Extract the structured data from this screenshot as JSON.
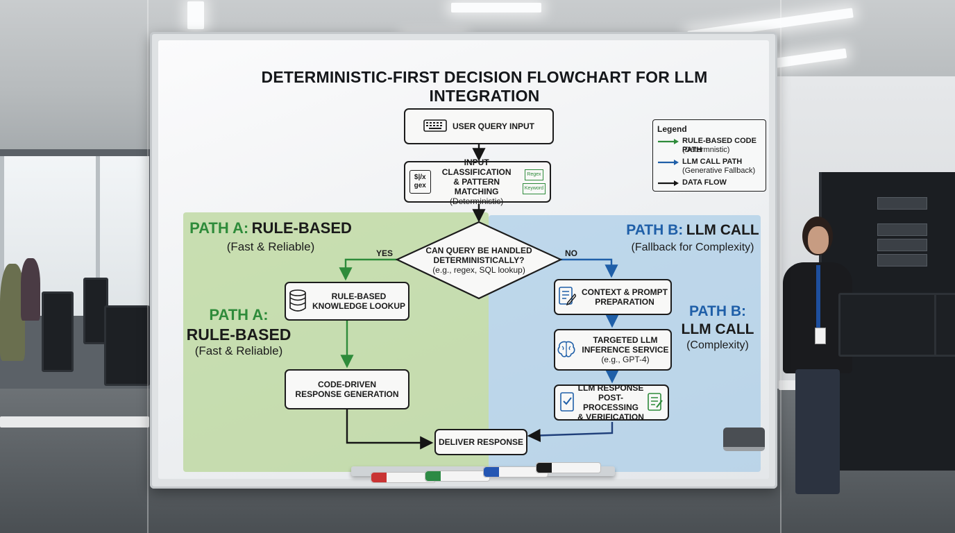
{
  "title": "DETERMINISTIC-FIRST DECISION FLOWCHART FOR LLM INTEGRATION",
  "colors": {
    "rule_path": "#2e8b3a",
    "llm_path": "#1f5fa8",
    "data_flow": "#151515",
    "zone_a": "#b7d696",
    "zone_b": "#aacde8"
  },
  "legend": {
    "title": "Legend",
    "items": [
      {
        "label": "RULE-BASED CODE PATH",
        "note": "(Determnistic)",
        "color": "#2e8b3a"
      },
      {
        "label": "LLM CALL PATH",
        "note": "(Generative Fallback)",
        "color": "#1f5fa8"
      },
      {
        "label": "DATA FLOW",
        "note": "",
        "color": "#151515"
      }
    ]
  },
  "nodes": {
    "user_query": {
      "label": "USER QUERY INPUT",
      "icon": "keyboard-icon"
    },
    "classification": {
      "line1": "INPUT CLASSIFICATION",
      "line2": "& PATTERN MATCHING",
      "sub": "(Deterministic)",
      "icon_text": "gex",
      "icon_top": "$|/x",
      "tag1": "Regex",
      "tag2": "Keyword"
    },
    "decision": {
      "line1": "CAN QUERY BE HANDLED",
      "line2": "DETERMINISTICALLY?",
      "sub": "(e.g., regex, SQL lookup)"
    },
    "kb_lookup": {
      "line1": "RULE-BASED",
      "line2": "KNOWLEDGE LOOKUP",
      "icon": "database-icon"
    },
    "code_response": {
      "line1": "CODE-DRIVEN",
      "line2": "RESPONSE GENERATION"
    },
    "context_prep": {
      "line1": "CONTEXT & PROMPT",
      "line2": "PREPARATION",
      "icon": "document-edit-icon"
    },
    "inference": {
      "line1": "TARGETED LLM",
      "line2": "INFERENCE SERVICE",
      "sub": "(e.g., GPT-4)",
      "icon": "brain-icon"
    },
    "post_processing": {
      "line1": "LLM RESPONSE",
      "line2": "POST-PROCESSING",
      "line3": "& VERIFICATION",
      "icon": "checklist-icon"
    },
    "deliver": {
      "label": "DELIVER RESPONSE"
    }
  },
  "edges": {
    "yes": "YES",
    "no": "NO"
  },
  "zones": {
    "a_top": {
      "line1_prefix": "PATH A:",
      "line1_rest": "RULE-BASED",
      "sub": "(Fast & Reliable)"
    },
    "a_mid": {
      "line1": "PATH A:",
      "line2": "RULE-BASED",
      "sub": "(Fast & Reliable)"
    },
    "b_top": {
      "line1_prefix": "PATH B:",
      "line1_rest": "LLM CALL",
      "sub": "(Fallback for Complexity)"
    },
    "b_mid": {
      "line1": "PATH B:",
      "line2": "LLM CALL",
      "sub": "(Complexity)"
    }
  }
}
